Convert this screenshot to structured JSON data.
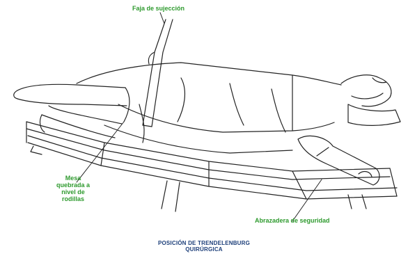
{
  "labels": {
    "strap": "Faja de sujección",
    "broken_table": "Mesa quebrada a nivel de rodillas",
    "safety_clamp": "Abrazadera de seguridad"
  },
  "caption": {
    "line1": "POSICIÓN DE TRENDELENBURG",
    "line2": "QUIRÚRGICA"
  },
  "colors": {
    "label_green": "#2e9a2e",
    "caption_blue": "#1d3f7a",
    "line_ink": "#222222"
  }
}
